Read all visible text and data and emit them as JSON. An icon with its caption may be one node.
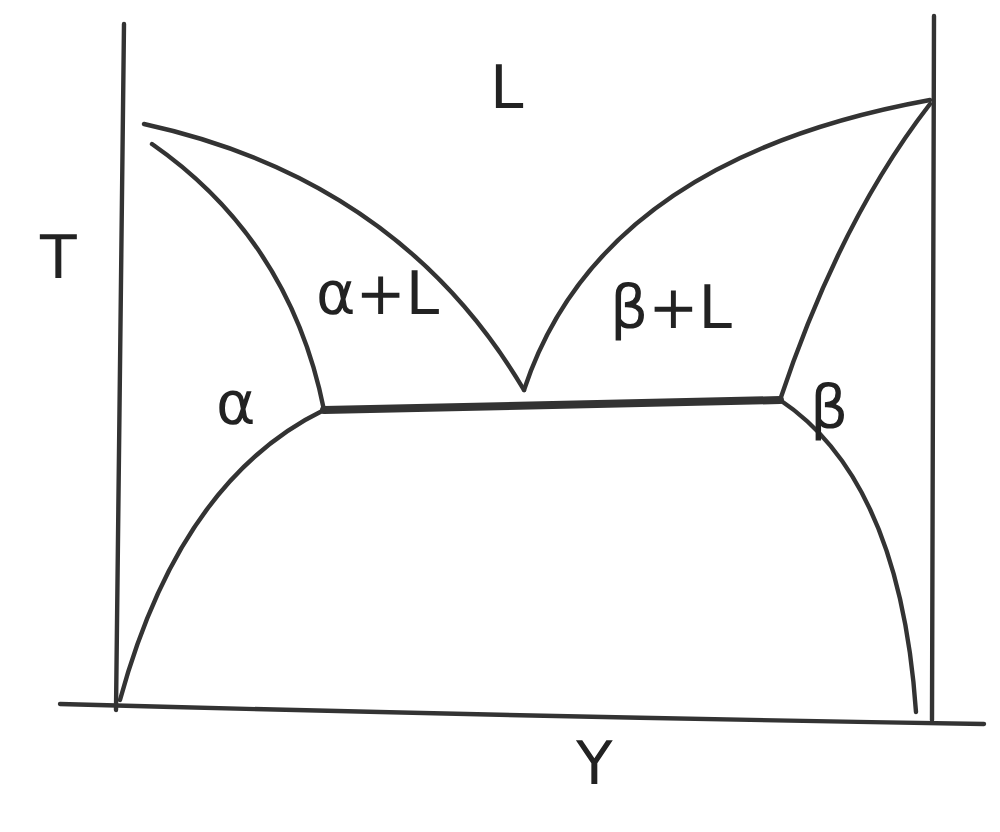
{
  "diagram": {
    "labels": [
      "T",
      "L",
      "α+L",
      "β+L",
      "α",
      "β",
      "Y"
    ]
  }
}
